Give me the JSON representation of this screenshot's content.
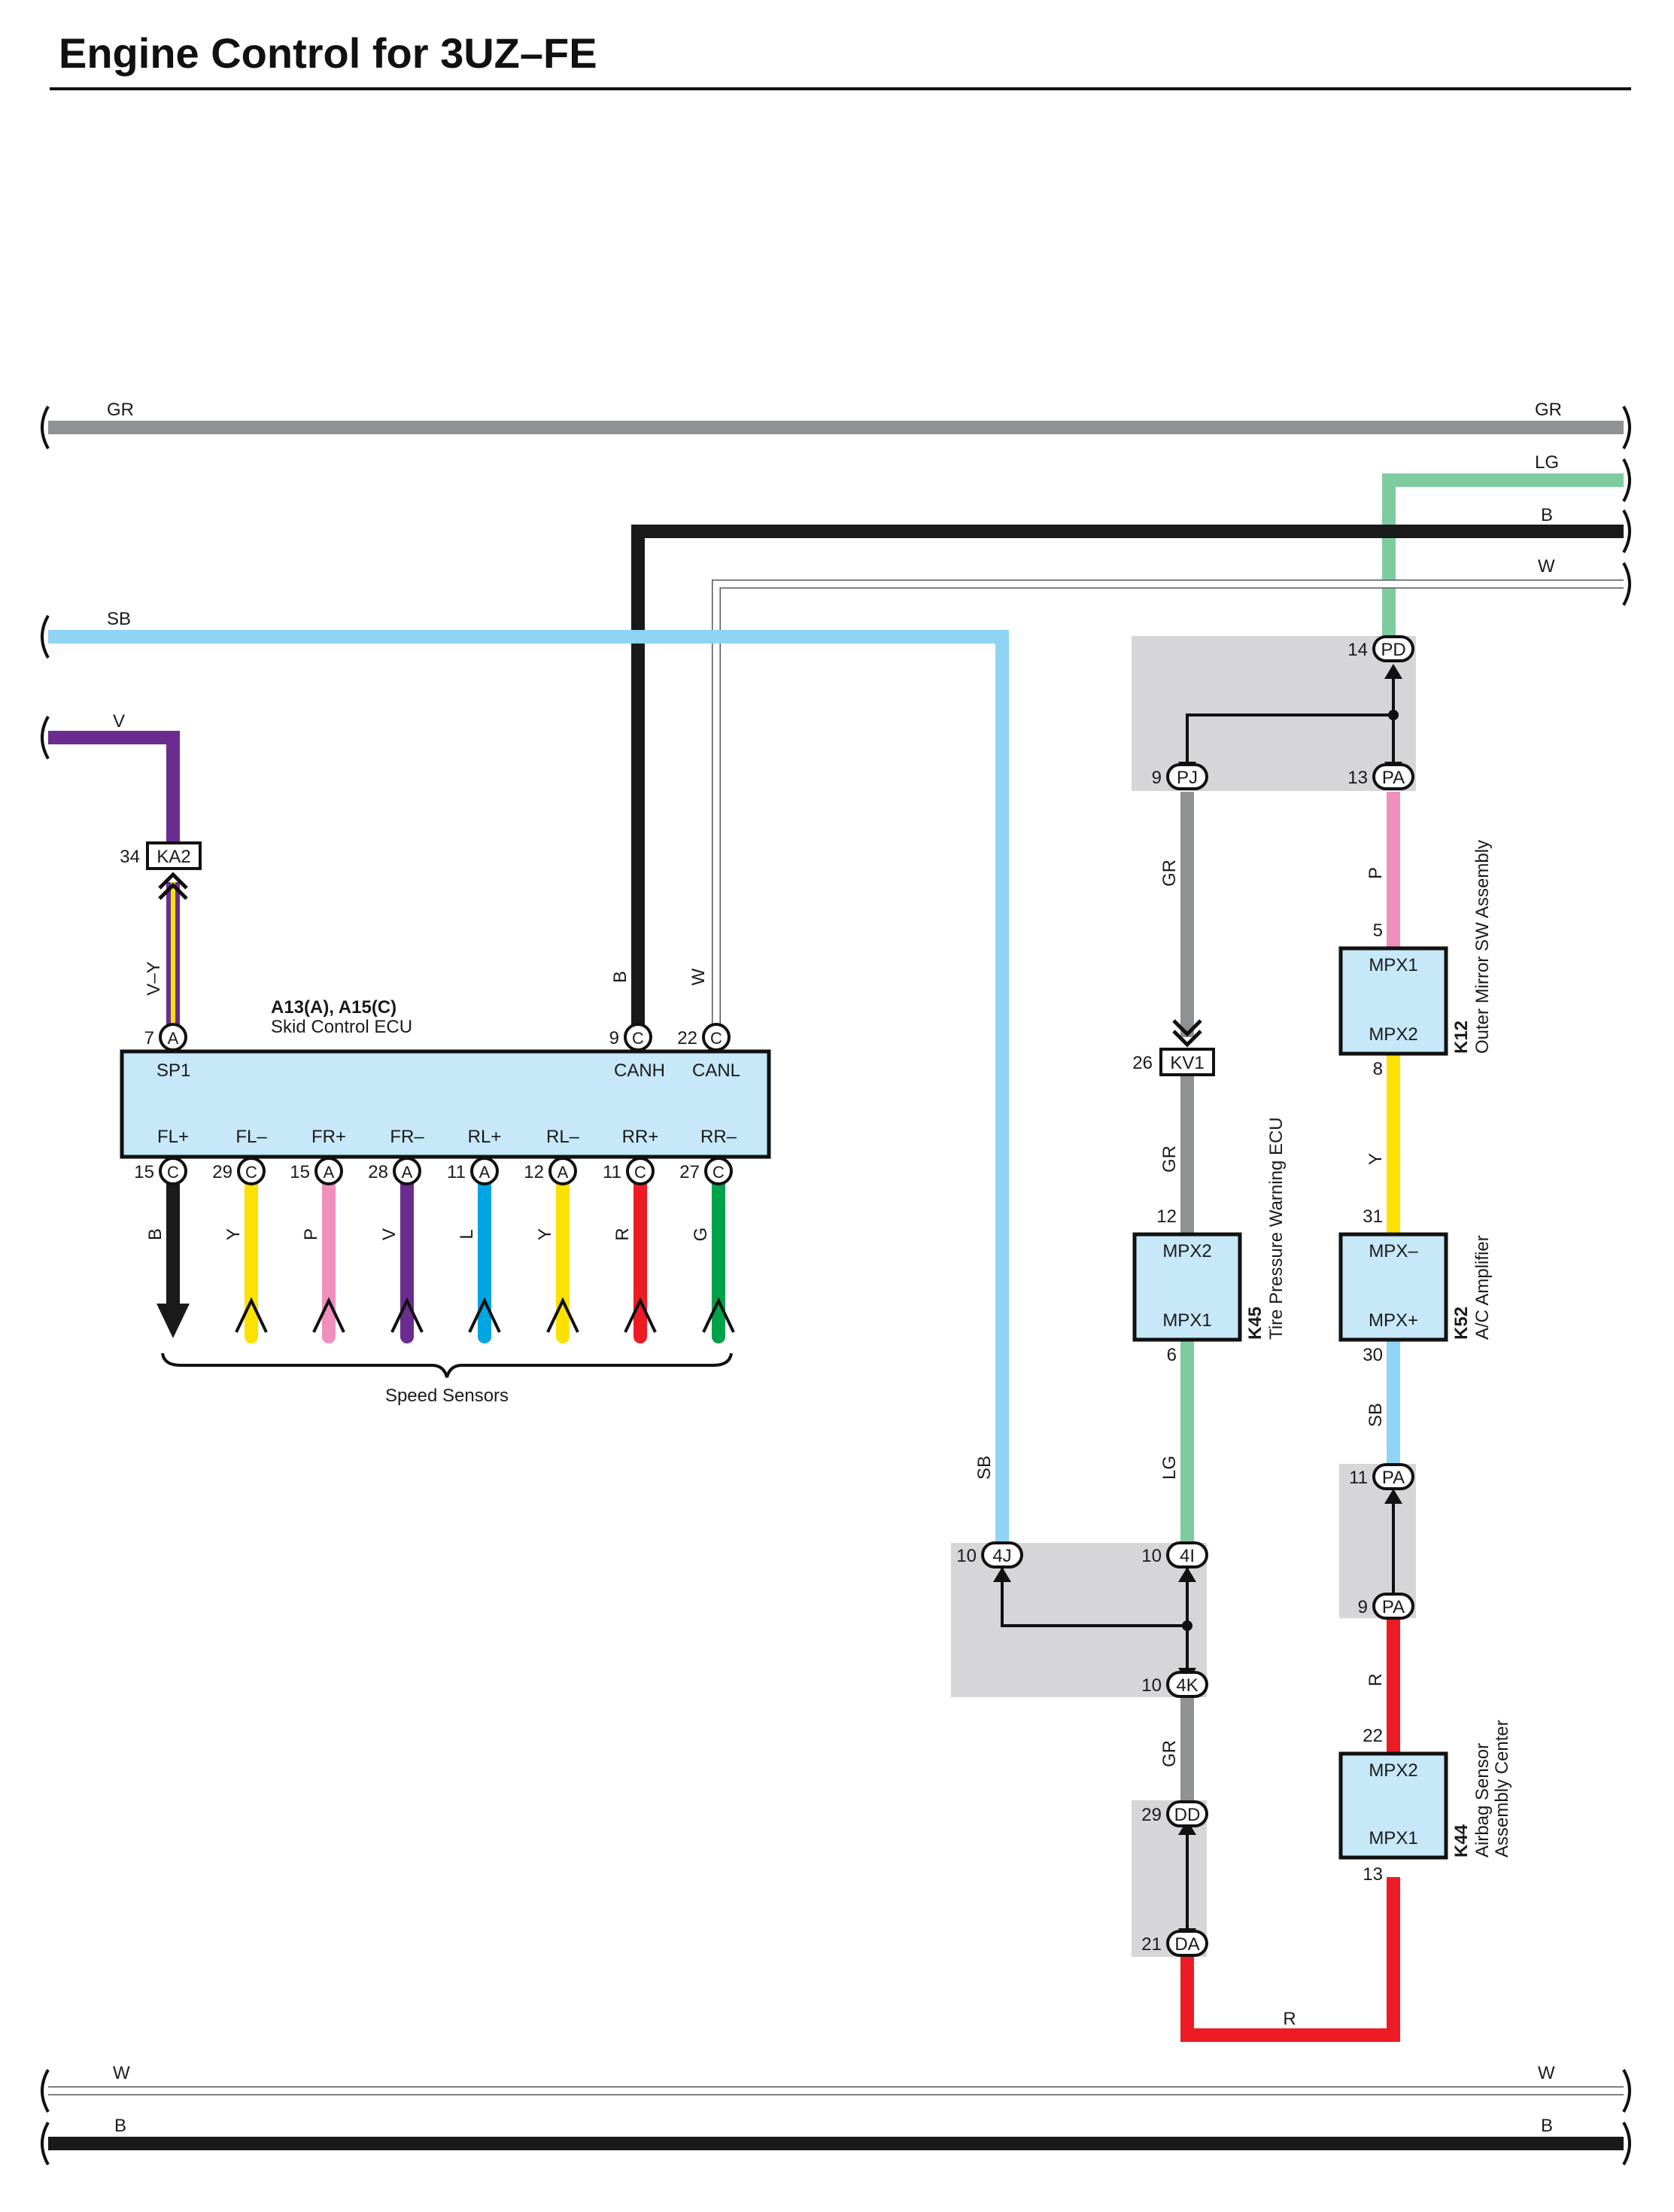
{
  "title": "Engine Control for 3UZ–FE",
  "colors": {
    "GR": "#8f9193",
    "LG": "#7fcba0",
    "B": "#1a1a1a",
    "W": "#ffffff",
    "SB": "#8fd3f5",
    "V": "#6a2d8f",
    "P": "#ef8fbd",
    "Y": "#fde100",
    "L": "#00a5e3",
    "R": "#ed1c24",
    "G": "#00a14b",
    "module_fill": "#c6e8f8",
    "junction_fill": "#d6d6d8"
  },
  "buses": {
    "gr_left": "GR",
    "gr_right": "GR",
    "lg_right": "LG",
    "b_right": "B",
    "w_right": "W",
    "sb_left": "SB",
    "v_left": "V",
    "w_bottom_left": "W",
    "w_bottom_right": "W",
    "b_bottom_left": "B",
    "b_bottom_right": "B"
  },
  "ecu": {
    "code": "A13(A), A15(C)",
    "name": "Skid Control ECU",
    "pin_sp1": "SP1",
    "pin_canh": "CANH",
    "pin_canl": "CANL",
    "top_pins": [
      {
        "num": "7",
        "conn": "A",
        "wire": "V–Y"
      },
      {
        "num": "9",
        "conn": "C",
        "wire": "B"
      },
      {
        "num": "22",
        "conn": "C",
        "wire": "W"
      }
    ],
    "bottom_pins": [
      {
        "label": "FL+",
        "num": "15",
        "conn": "C",
        "wire": "B"
      },
      {
        "label": "FL–",
        "num": "29",
        "conn": "C",
        "wire": "Y"
      },
      {
        "label": "FR+",
        "num": "15",
        "conn": "A",
        "wire": "P"
      },
      {
        "label": "FR–",
        "num": "28",
        "conn": "A",
        "wire": "V"
      },
      {
        "label": "RL+",
        "num": "11",
        "conn": "A",
        "wire": "L"
      },
      {
        "label": "RL–",
        "num": "12",
        "conn": "A",
        "wire": "Y"
      },
      {
        "label": "RR+",
        "num": "11",
        "conn": "C",
        "wire": "R"
      },
      {
        "label": "RR–",
        "num": "27",
        "conn": "C",
        "wire": "G"
      }
    ],
    "speed_sensors": "Speed Sensors"
  },
  "connectors": {
    "ka2": {
      "num": "34",
      "label": "KA2"
    },
    "kv1": {
      "num": "26",
      "label": "KV1"
    },
    "pd": {
      "num": "14",
      "label": "PD"
    },
    "pj": {
      "num": "9",
      "label": "PJ"
    },
    "pa_top": {
      "num": "13",
      "label": "PA"
    },
    "pa_mid1": {
      "num": "11",
      "label": "PA"
    },
    "pa_mid2": {
      "num": "9",
      "label": "PA"
    },
    "j4j": {
      "num": "10",
      "label": "4J"
    },
    "j4i": {
      "num": "10",
      "label": "4I"
    },
    "j4k": {
      "num": "10",
      "label": "4K"
    },
    "dd": {
      "num": "29",
      "label": "DD"
    },
    "da": {
      "num": "21",
      "label": "DA"
    }
  },
  "modules": {
    "k12": {
      "id": "K12",
      "name": "Outer Mirror SW Assembly",
      "pin_top_label": "MPX1",
      "pin_bottom_label": "MPX2",
      "pin_top_num": "5",
      "pin_bottom_num": "8"
    },
    "k52": {
      "id": "K52",
      "name": "A/C Amplifier",
      "pin_top_label": "MPX–",
      "pin_bottom_label": "MPX+",
      "pin_top_num": "31",
      "pin_bottom_num": "30"
    },
    "k45": {
      "id": "K45",
      "name": "Tire Pressure Warning ECU",
      "pin_top_label": "MPX2",
      "pin_bottom_label": "MPX1",
      "pin_top_num": "12",
      "pin_bottom_num": "6"
    },
    "k44": {
      "id": "K44",
      "name1": "Airbag Sensor",
      "name2": "Assembly Center",
      "pin_top_label": "MPX2",
      "pin_bottom_label": "MPX1",
      "pin_top_num": "22",
      "pin_bottom_num": "13"
    }
  },
  "wire_labels": {
    "gr_pj_kv1": "GR",
    "gr_kv1_k45": "GR",
    "lg_k45_4i": "LG",
    "sb_4j": "SB",
    "gr_4k_dd": "GR",
    "p_pa_k12": "P",
    "y_k12_k52": "Y",
    "sb_k52_pa": "SB",
    "r_pa_k44": "R",
    "r_bottom": "R"
  }
}
